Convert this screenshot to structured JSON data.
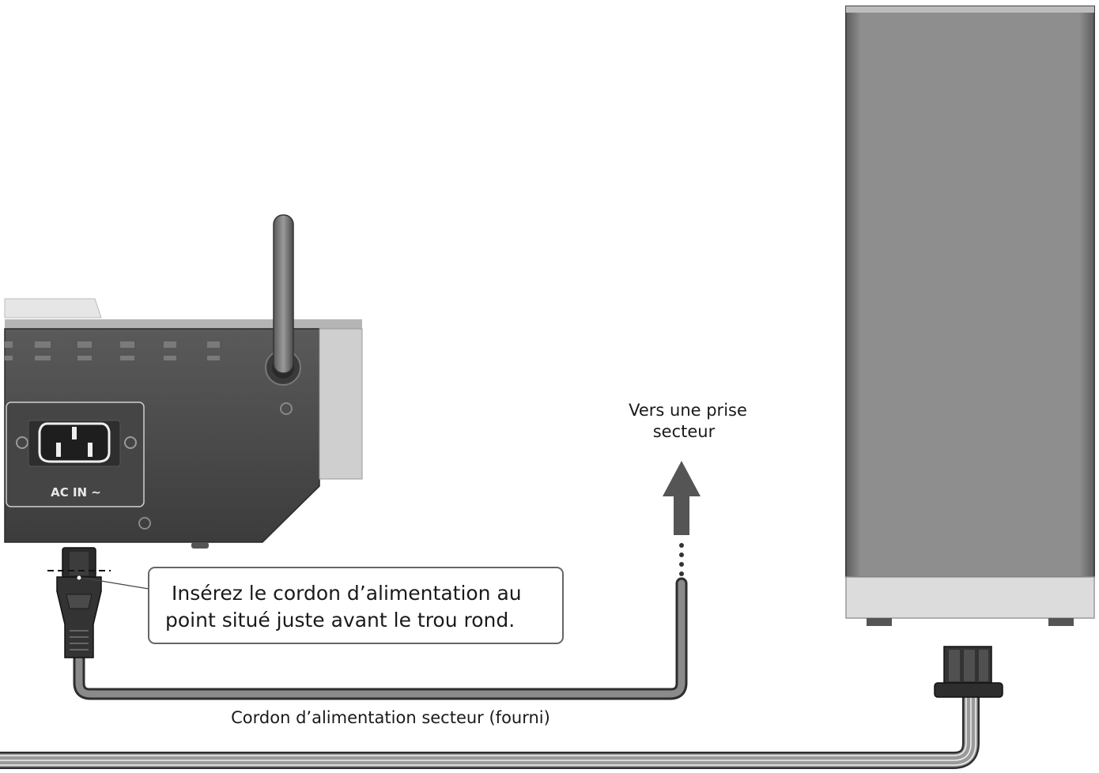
{
  "labels": {
    "outlet_line1": "Vers une prise",
    "outlet_line2": "secteur",
    "instruction_line1": "Insérez le cordon d’alimentation au",
    "instruction_line2": "point situé juste avant le trou rond.",
    "cable_caption": "Cordon d’alimentation secteur (fourni)",
    "ac_in": "AC IN ~"
  },
  "colors": {
    "chassis": "#4a4a4a",
    "speaker_body": "#8a8a8a",
    "speaker_base": "#d8d8d8",
    "cable": "#3a3a3a",
    "arrow": "#555555"
  }
}
